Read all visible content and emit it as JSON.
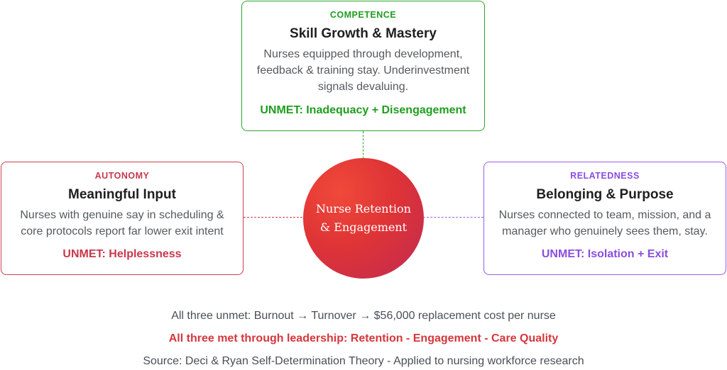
{
  "competence": {
    "tag": "COMPETENCE",
    "title": "Skill Growth & Mastery",
    "desc_lines": [
      "Nurses equipped through development,",
      "feedback & training stay. Underinvestment",
      "signals devaluing."
    ],
    "unmet": "UNMET: Inadequacy + Disengagement",
    "accent": "#2ba52b"
  },
  "autonomy": {
    "tag": "AUTONOMY",
    "title": "Meaningful Input",
    "desc_lines": [
      "Nurses with genuine say in scheduling &",
      "core protocols report far lower exit intent"
    ],
    "unmet": "UNMET: Helplessness",
    "accent": "#c8424e"
  },
  "relatedness": {
    "tag": "RELATEDNESS",
    "title": "Belonging & Purpose",
    "desc_lines": [
      "Nurses connected to team, mission, and a",
      "manager who genuinely sees them, stay."
    ],
    "unmet": "UNMET: Isolation + Exit",
    "accent": "#9b5fe0"
  },
  "hub": {
    "line1": "Nurse Retention",
    "line2": "& Engagement",
    "color": "#df3436"
  },
  "footer": {
    "unmet": "All three unmet: Burnout → Turnover → $56,000 replacement cost per nurse",
    "met": "All three met through leadership: Retention - Engagement - Care Quality",
    "source": "Source: Deci & Ryan Self-Determination Theory - Applied to nursing workforce research"
  }
}
